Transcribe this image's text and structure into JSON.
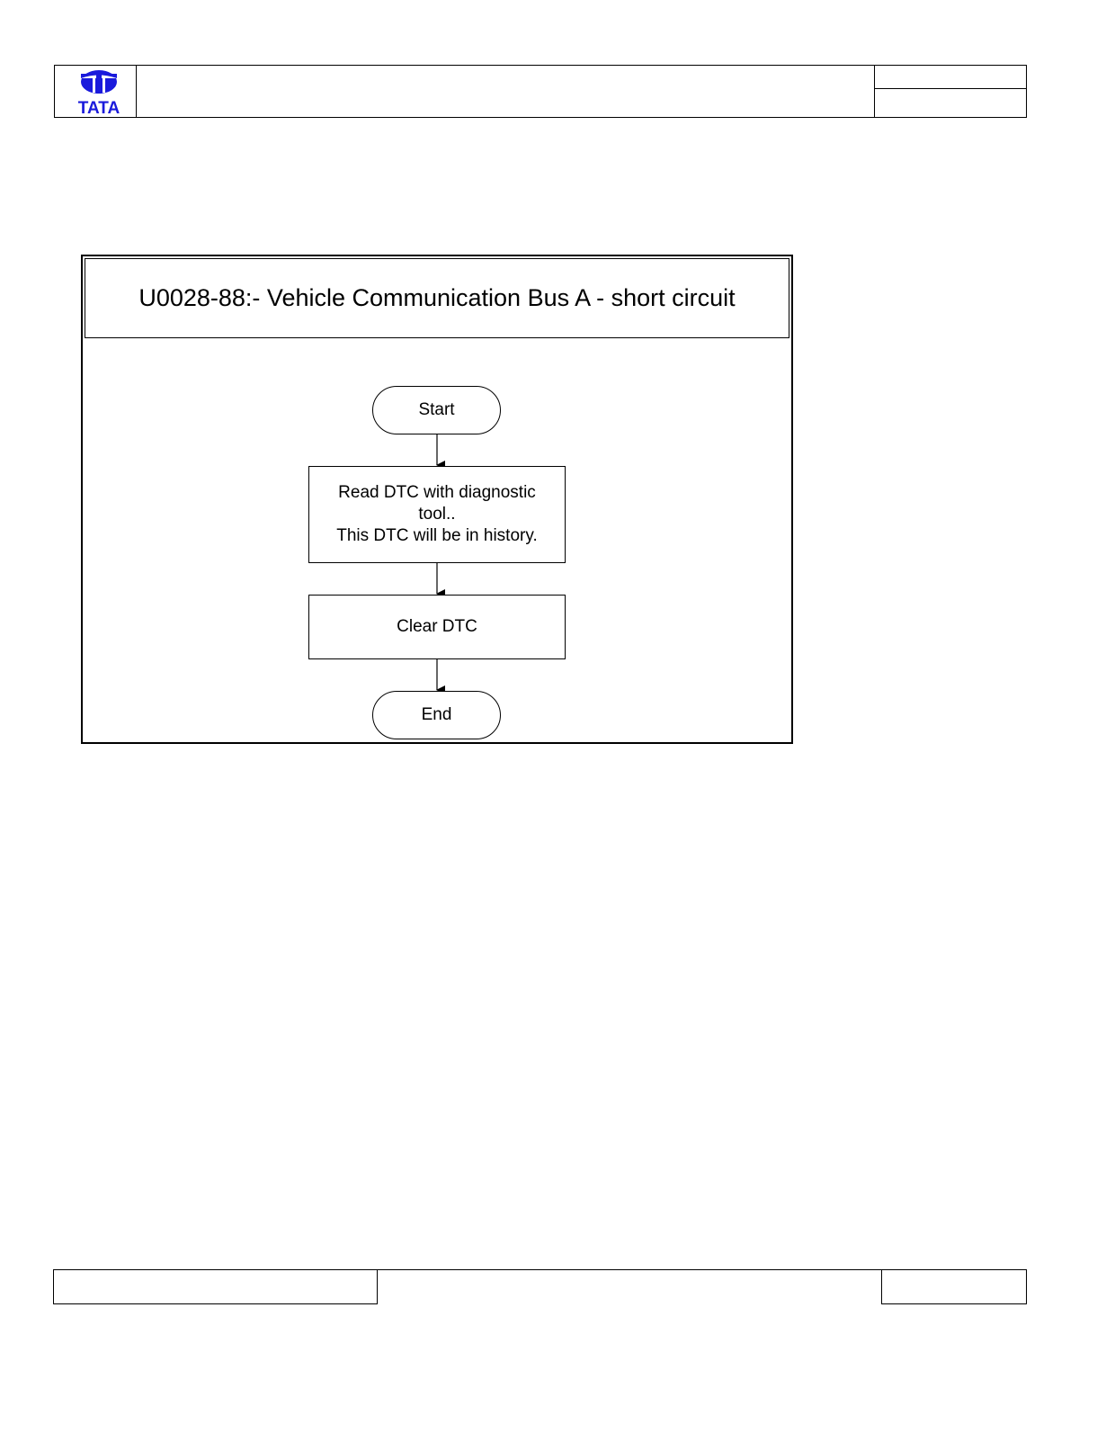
{
  "header": {
    "logo_text": "TATA",
    "brand_color": "#1a1adc"
  },
  "flowchart": {
    "title": "U0028-88:- Vehicle Communication Bus A - short circuit",
    "nodes": [
      {
        "id": "start",
        "shape": "terminal",
        "label": "Start"
      },
      {
        "id": "read-dtc",
        "shape": "process",
        "label": "Read DTC with diagnostic\ntool..\nThis DTC will be in history."
      },
      {
        "id": "clear-dtc",
        "shape": "process",
        "label": "Clear DTC"
      },
      {
        "id": "end",
        "shape": "terminal",
        "label": "End"
      }
    ],
    "edges": [
      {
        "from": "start",
        "to": "read-dtc"
      },
      {
        "from": "read-dtc",
        "to": "clear-dtc"
      },
      {
        "from": "clear-dtc",
        "to": "end"
      }
    ]
  }
}
